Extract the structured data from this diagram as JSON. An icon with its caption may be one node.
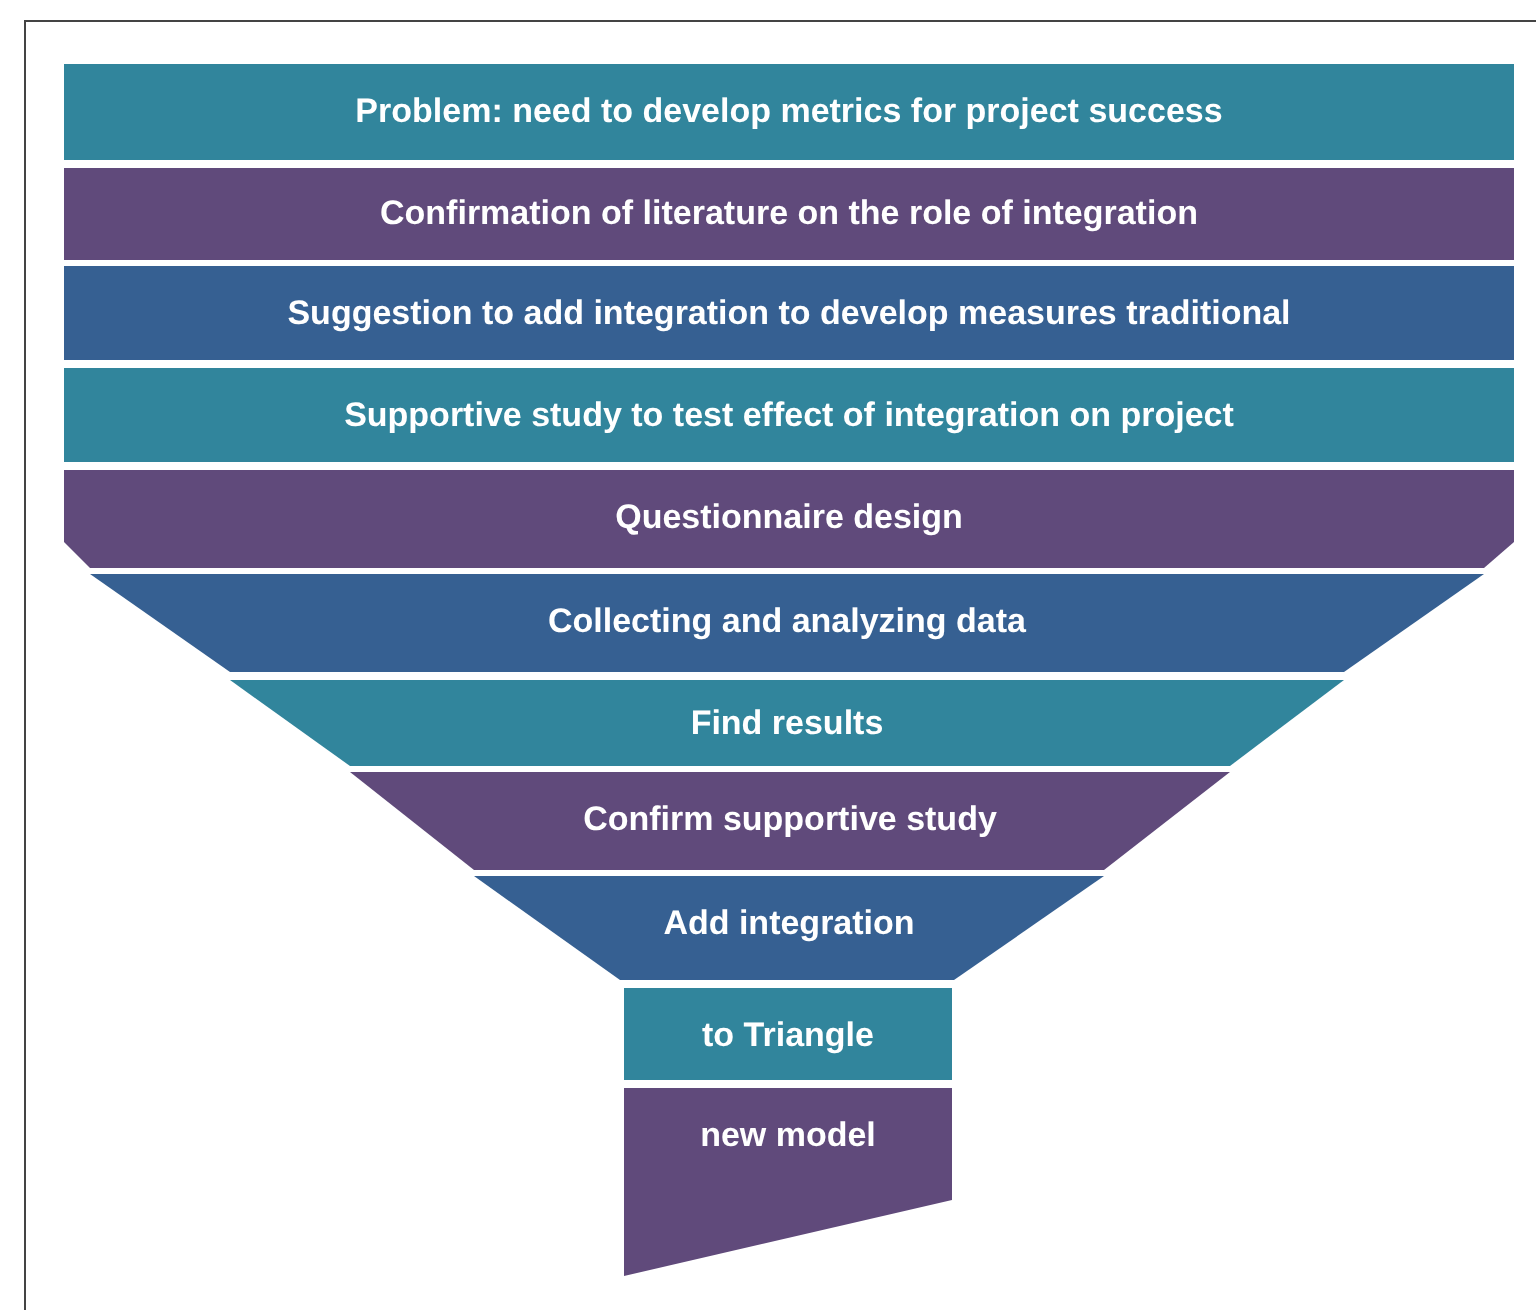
{
  "diagram": {
    "nodes": [
      {
        "text": [
          "Problem: need to develop metrics for project success"
        ]
      },
      {
        "text": [
          "Confirmation of literature on the role of integration"
        ]
      },
      {
        "text": [
          "Suggestion to add integration to develop measures traditional"
        ]
      },
      {
        "text": [
          "Supportive study to test effect of integration on project"
        ]
      },
      {
        "text": [
          "Questionnaire design"
        ]
      },
      {
        "text": [
          "Collecting and analyzing data"
        ]
      },
      {
        "text": [
          "Find results"
        ]
      },
      {
        "text": [
          "Confirm supportive study"
        ]
      },
      {
        "text": [
          "Add integration"
        ]
      },
      {
        "text": [
          "to Triangle"
        ]
      },
      {
        "text": [
          "new model"
        ]
      }
    ]
  }
}
